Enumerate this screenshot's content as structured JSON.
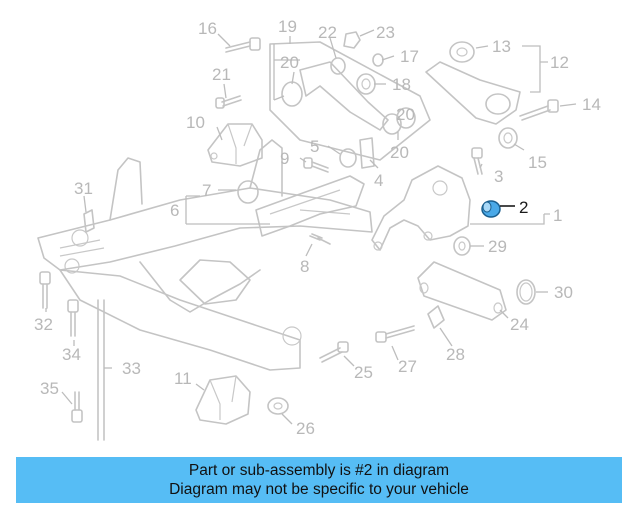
{
  "diagram": {
    "highlight_color": "#4aa9e8",
    "callouts": {
      "n1": "1",
      "n2": "2",
      "n3": "3",
      "n4": "4",
      "n5": "5",
      "n6": "6",
      "n7": "7",
      "n8": "8",
      "n9": "9",
      "n10": "10",
      "n11": "11",
      "n12": "12",
      "n13": "13",
      "n14": "14",
      "n15": "15",
      "n16": "16",
      "n17": "17",
      "n18": "18",
      "n19": "19",
      "n20a": "20",
      "n20b": "20",
      "n20c": "20",
      "n21": "21",
      "n22": "22",
      "n23": "23",
      "n24": "24",
      "n25": "25",
      "n26": "26",
      "n27": "27",
      "n28": "28",
      "n29": "29",
      "n30": "30",
      "n31": "31",
      "n32": "32",
      "n33": "33",
      "n34": "34",
      "n35": "35"
    }
  },
  "banner": {
    "line1": "Part or sub-assembly is #2 in diagram",
    "line2": "Diagram may not be specific to your vehicle"
  }
}
